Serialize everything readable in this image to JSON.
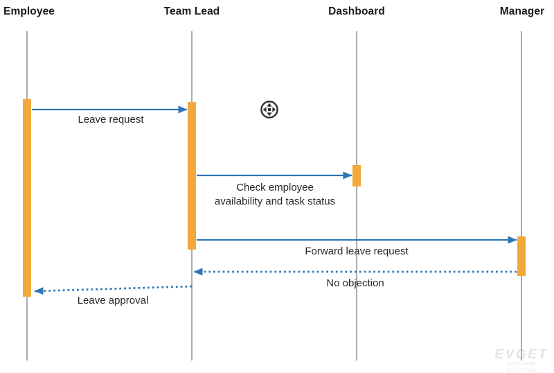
{
  "colors": {
    "activation": "#F2A93C",
    "arrow": "#2E76B5",
    "lifeline": "#ABABAB",
    "text": "#262626",
    "actorText": "#1A1A1A",
    "watermark": "#E3E3E3",
    "background": "#FFFFFF",
    "panIcon": "#2E2E2E"
  },
  "diagram": {
    "type": "sequence",
    "actors": [
      {
        "name": "Employee"
      },
      {
        "name": "Team Lead"
      },
      {
        "name": "Dashboard"
      },
      {
        "name": "Manager"
      }
    ],
    "messages": [
      {
        "label": "Leave request",
        "from": "Employee",
        "to": "Team Lead",
        "line": "solid"
      },
      {
        "lines": [
          "Check employee",
          "availability and task status"
        ],
        "from": "Team Lead",
        "to": "Dashboard",
        "line": "solid"
      },
      {
        "label": "Forward leave request",
        "from": "Team Lead",
        "to": "Manager",
        "line": "solid"
      },
      {
        "label": "No objection",
        "from": "Manager",
        "to": "Team Lead",
        "line": "dotted"
      },
      {
        "label": "Leave approval",
        "from": "Team Lead",
        "to": "Employee",
        "line": "dotted"
      }
    ]
  },
  "watermark": {
    "line1": "EVGET",
    "line2": "SOFTWARE SOLUTIONS"
  },
  "controls": {
    "pan_icon": "pan-move"
  }
}
